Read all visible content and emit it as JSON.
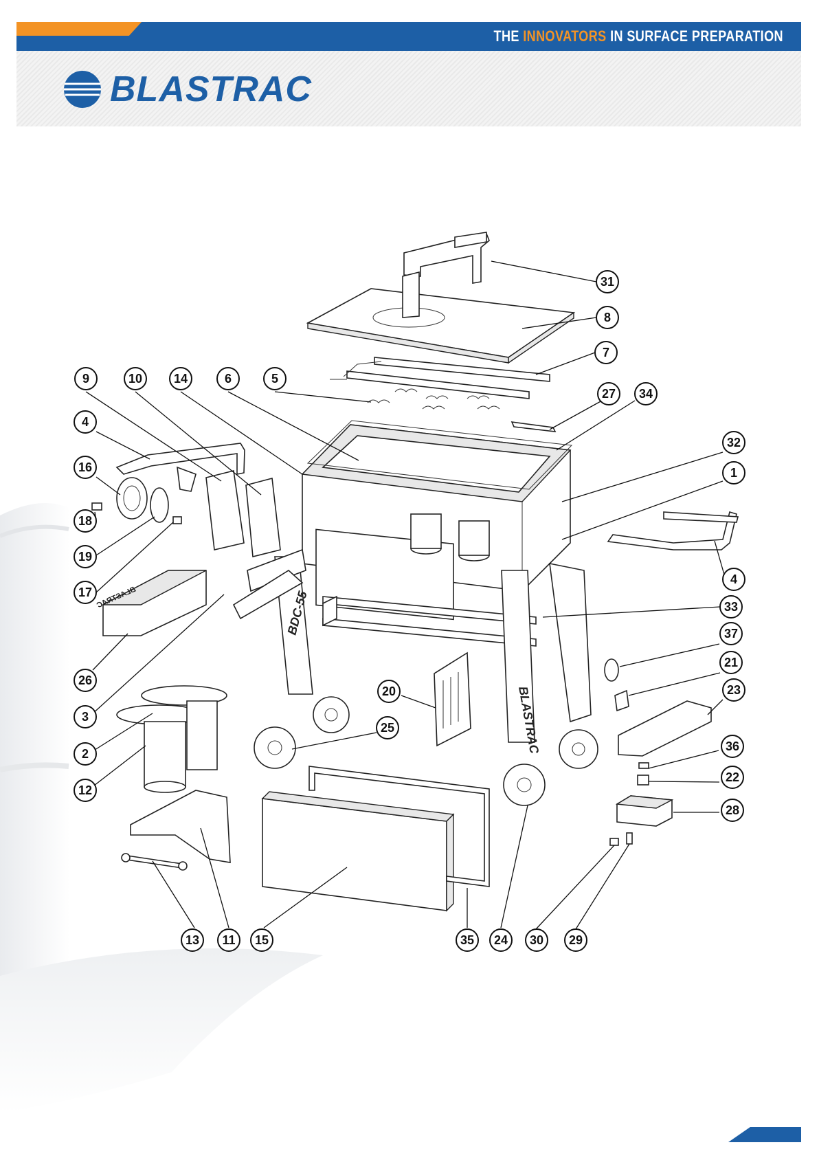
{
  "header": {
    "tagline_prefix": "THE",
    "tagline_accent": "INNOVATORS",
    "tagline_suffix": "IN SURFACE PREPARATION",
    "logo_text": "BLASTRAC",
    "brand_blue": "#1d5fa6",
    "accent_orange": "#f39325"
  },
  "diagram": {
    "part_markings": {
      "leg_left": "BDC-55",
      "leg_right": "BLASTRAC",
      "tray": "BLASTRAC"
    },
    "callouts": [
      {
        "label": "31"
      },
      {
        "label": "8"
      },
      {
        "label": "7"
      },
      {
        "label": "27"
      },
      {
        "label": "34"
      },
      {
        "label": "9"
      },
      {
        "label": "10"
      },
      {
        "label": "14"
      },
      {
        "label": "6"
      },
      {
        "label": "5"
      },
      {
        "label": "4"
      },
      {
        "label": "16"
      },
      {
        "label": "18"
      },
      {
        "label": "19"
      },
      {
        "label": "17"
      },
      {
        "label": "32"
      },
      {
        "label": "1"
      },
      {
        "label": "4"
      },
      {
        "label": "26"
      },
      {
        "label": "33"
      },
      {
        "label": "37"
      },
      {
        "label": "21"
      },
      {
        "label": "23"
      },
      {
        "label": "3"
      },
      {
        "label": "20"
      },
      {
        "label": "25"
      },
      {
        "label": "2"
      },
      {
        "label": "36"
      },
      {
        "label": "12"
      },
      {
        "label": "22"
      },
      {
        "label": "28"
      },
      {
        "label": "13"
      },
      {
        "label": "11"
      },
      {
        "label": "15"
      },
      {
        "label": "35"
      },
      {
        "label": "24"
      },
      {
        "label": "30"
      },
      {
        "label": "29"
      }
    ]
  }
}
